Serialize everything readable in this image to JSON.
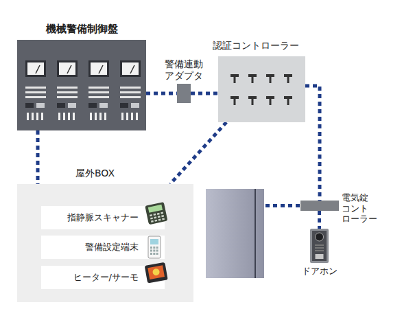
{
  "diagram": {
    "nodes": [
      {
        "text": [
          "機械警備制御盤"
        ]
      },
      {
        "text": [
          "警備連動 アダプタ"
        ]
      },
      {
        "text": [
          "認証コントローラー"
        ]
      },
      {
        "text": [
          "屋外BOX"
        ]
      },
      {
        "text": [
          "指静脈スキャナー"
        ],
        "in": 3
      },
      {
        "text": [
          "警備設定端末"
        ],
        "in": 3
      },
      {
        "text": [
          "ヒーター/サーモ"
        ],
        "in": 3
      },
      {
        "text": [
          "電気錠 コント ローラー"
        ]
      },
      {
        "text": [
          "ドアホン"
        ]
      }
    ],
    "edges": [
      {
        "from": 0,
        "to": 1,
        "arrow": "none"
      },
      {
        "from": 1,
        "to": 2,
        "arrow": "none"
      },
      {
        "from": 0,
        "to": 3,
        "arrow": "none"
      },
      {
        "from": 2,
        "to": 3,
        "arrow": "none"
      },
      {
        "from": 2,
        "to": 7,
        "arrow": "none"
      },
      {
        "from": 7,
        "to": 8,
        "arrow": "none"
      }
    ]
  }
}
